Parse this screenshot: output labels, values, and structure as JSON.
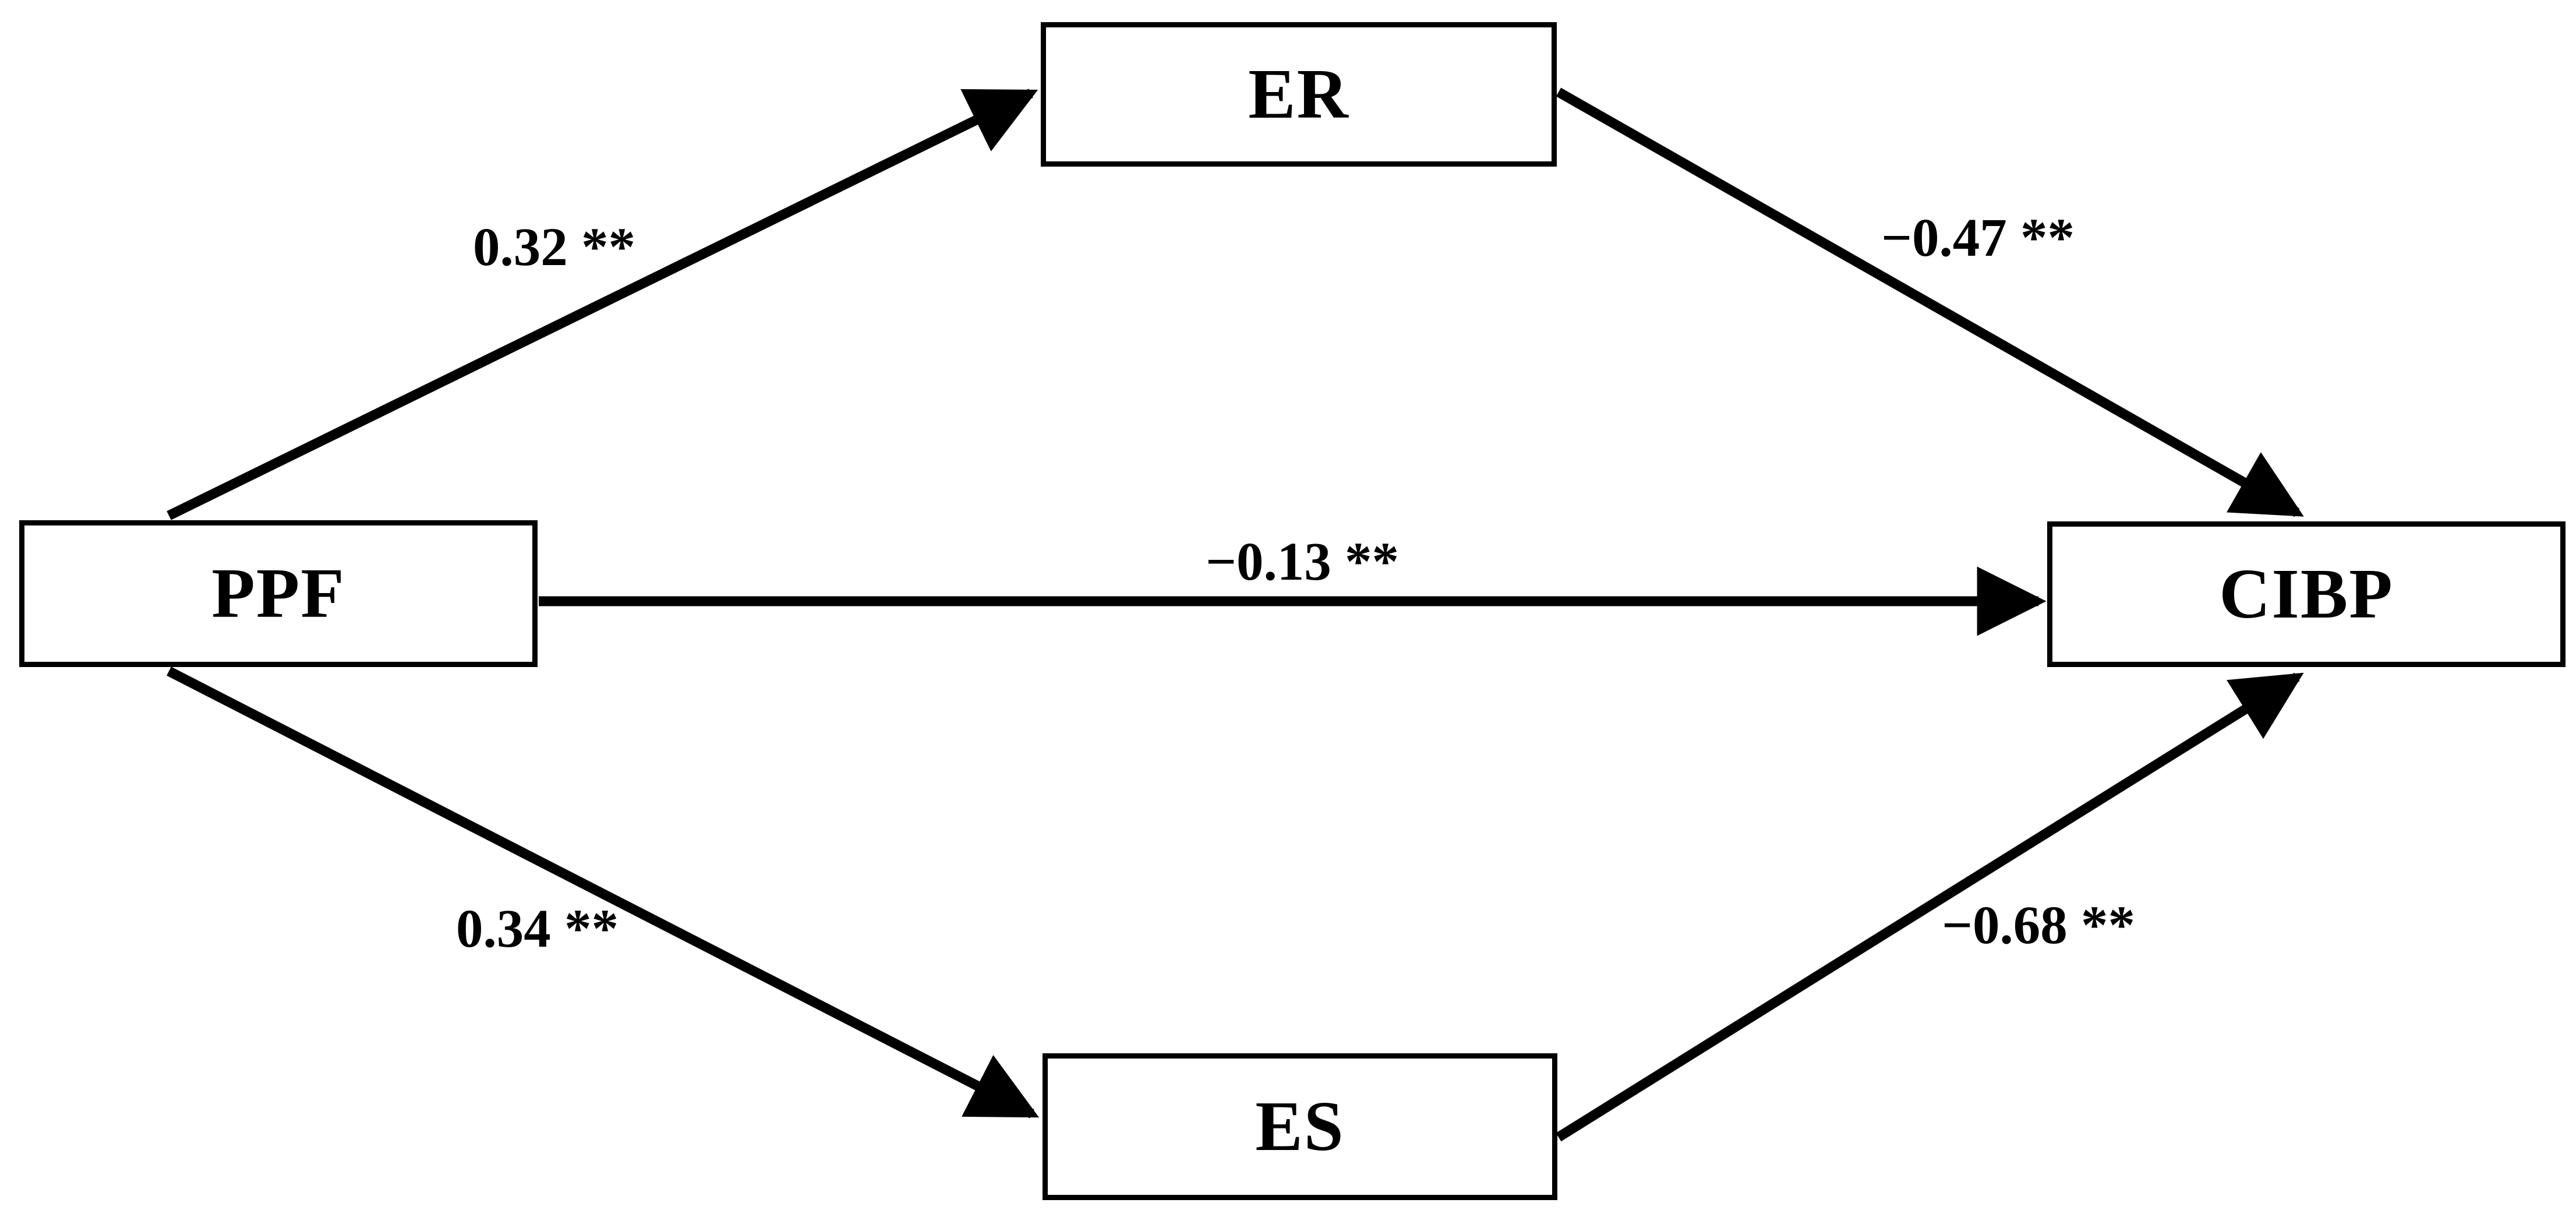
{
  "diagram": {
    "type": "path-analysis-mediation-model",
    "background_color": "#ffffff",
    "line_color": "#000000",
    "nodes": [
      {
        "id": "ppf",
        "label": "PPF",
        "role": "predictor"
      },
      {
        "id": "er",
        "label": "ER",
        "role": "mediator-upper"
      },
      {
        "id": "es",
        "label": "ES",
        "role": "mediator-lower"
      },
      {
        "id": "cibp",
        "label": "CIBP",
        "role": "outcome"
      }
    ],
    "paths": [
      {
        "id": "ppf-er",
        "from": "PPF",
        "to": "ER",
        "coefficient": "0.32",
        "significance": "**",
        "label": "0.32 **"
      },
      {
        "id": "er-cibp",
        "from": "ER",
        "to": "CIBP",
        "coefficient": "−0.47",
        "significance": "**",
        "label": "−0.47 **"
      },
      {
        "id": "ppf-cibp",
        "from": "PPF",
        "to": "CIBP",
        "coefficient": "−0.13",
        "significance": "**",
        "label": "−0.13 **"
      },
      {
        "id": "ppf-es",
        "from": "PPF",
        "to": "ES",
        "coefficient": "0.34",
        "significance": "**",
        "label": "0.34 **"
      },
      {
        "id": "es-cibp",
        "from": "ES",
        "to": "CIBP",
        "coefficient": "−0.68",
        "significance": "**",
        "label": "−0.68 **"
      }
    ]
  }
}
